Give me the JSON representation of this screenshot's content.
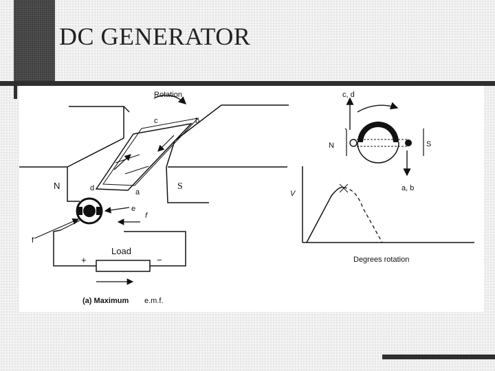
{
  "slide": {
    "title": "DC GENERATOR"
  },
  "diagram": {
    "rotation": "Rotation",
    "conductor_c": "c",
    "conductor_b": "b",
    "conductor_d": "d",
    "conductor_a": "a",
    "pole_n": "N",
    "pole_s": "S",
    "label_e": "e",
    "label_f": "f",
    "label_f_left": "f",
    "load": "Load",
    "plus": "+",
    "minus": "−",
    "caption_prefix": "(a) Maximum",
    "caption_suffix": "e.m.f.",
    "cd": "c, d",
    "ab": "a, b",
    "small_n": "N",
    "small_s": "S",
    "v_axis": "V",
    "degrees": "Degrees rotation"
  }
}
